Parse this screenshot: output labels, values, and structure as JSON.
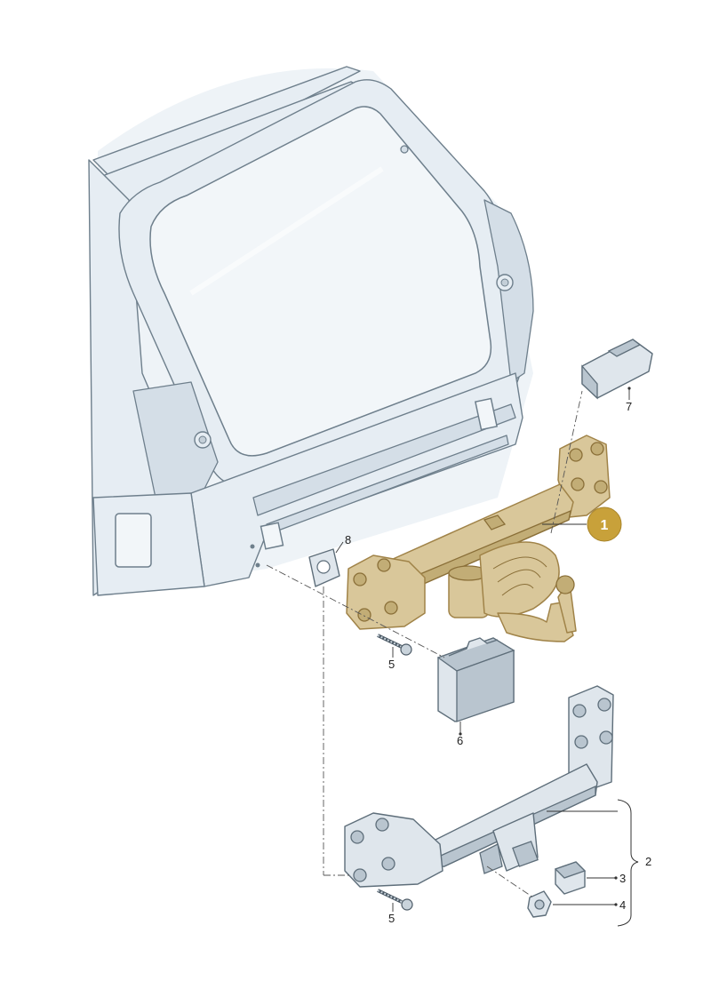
{
  "diagram": {
    "callouts": [
      {
        "id": "c1",
        "label": "1"
      },
      {
        "id": "c2",
        "label": "2"
      },
      {
        "id": "c3",
        "label": "3"
      },
      {
        "id": "c4",
        "label": "4"
      },
      {
        "id": "c5a",
        "label": "5"
      },
      {
        "id": "c5b",
        "label": "5"
      },
      {
        "id": "c6",
        "label": "6"
      },
      {
        "id": "c7",
        "label": "7"
      },
      {
        "id": "c8",
        "label": "8"
      }
    ],
    "colors": {
      "highlight_fill": "#d9c79a",
      "highlight_stroke": "#a08348",
      "callout_badge": "#c8a13a",
      "body": "#e6edf3",
      "line": "#6e7f8c"
    }
  }
}
